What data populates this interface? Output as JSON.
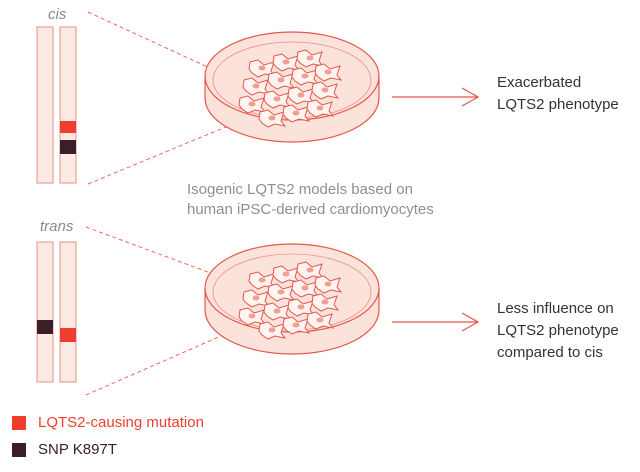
{
  "colors": {
    "mutation": "#ef3e2e",
    "snp": "#3b1f26",
    "chromosome_fill": "#fbe9e4",
    "chromosome_stroke": "#e8917f",
    "dish_fill": "#fbe3dc",
    "dish_stroke": "#e5554a",
    "dashed": "#ef6a5a",
    "arrow": "#e5554a",
    "caption": "#8f8f8f",
    "outcome_text": "#333333"
  },
  "top_panel": {
    "label": "cis",
    "outcome_lines": [
      "Exacerbated",
      "LQTS2 phenotype"
    ]
  },
  "middle_caption_lines": [
    "Isogenic LQTS2 models based on",
    "human iPSC-derived cardiomyocytes"
  ],
  "bottom_panel": {
    "label": "trans",
    "outcome_lines": [
      "Less influence on",
      "LQTS2 phenotype",
      "compared to cis"
    ]
  },
  "legend": {
    "mutation_label": "LQTS2-causing mutation",
    "snp_label": "SNP K897T"
  }
}
